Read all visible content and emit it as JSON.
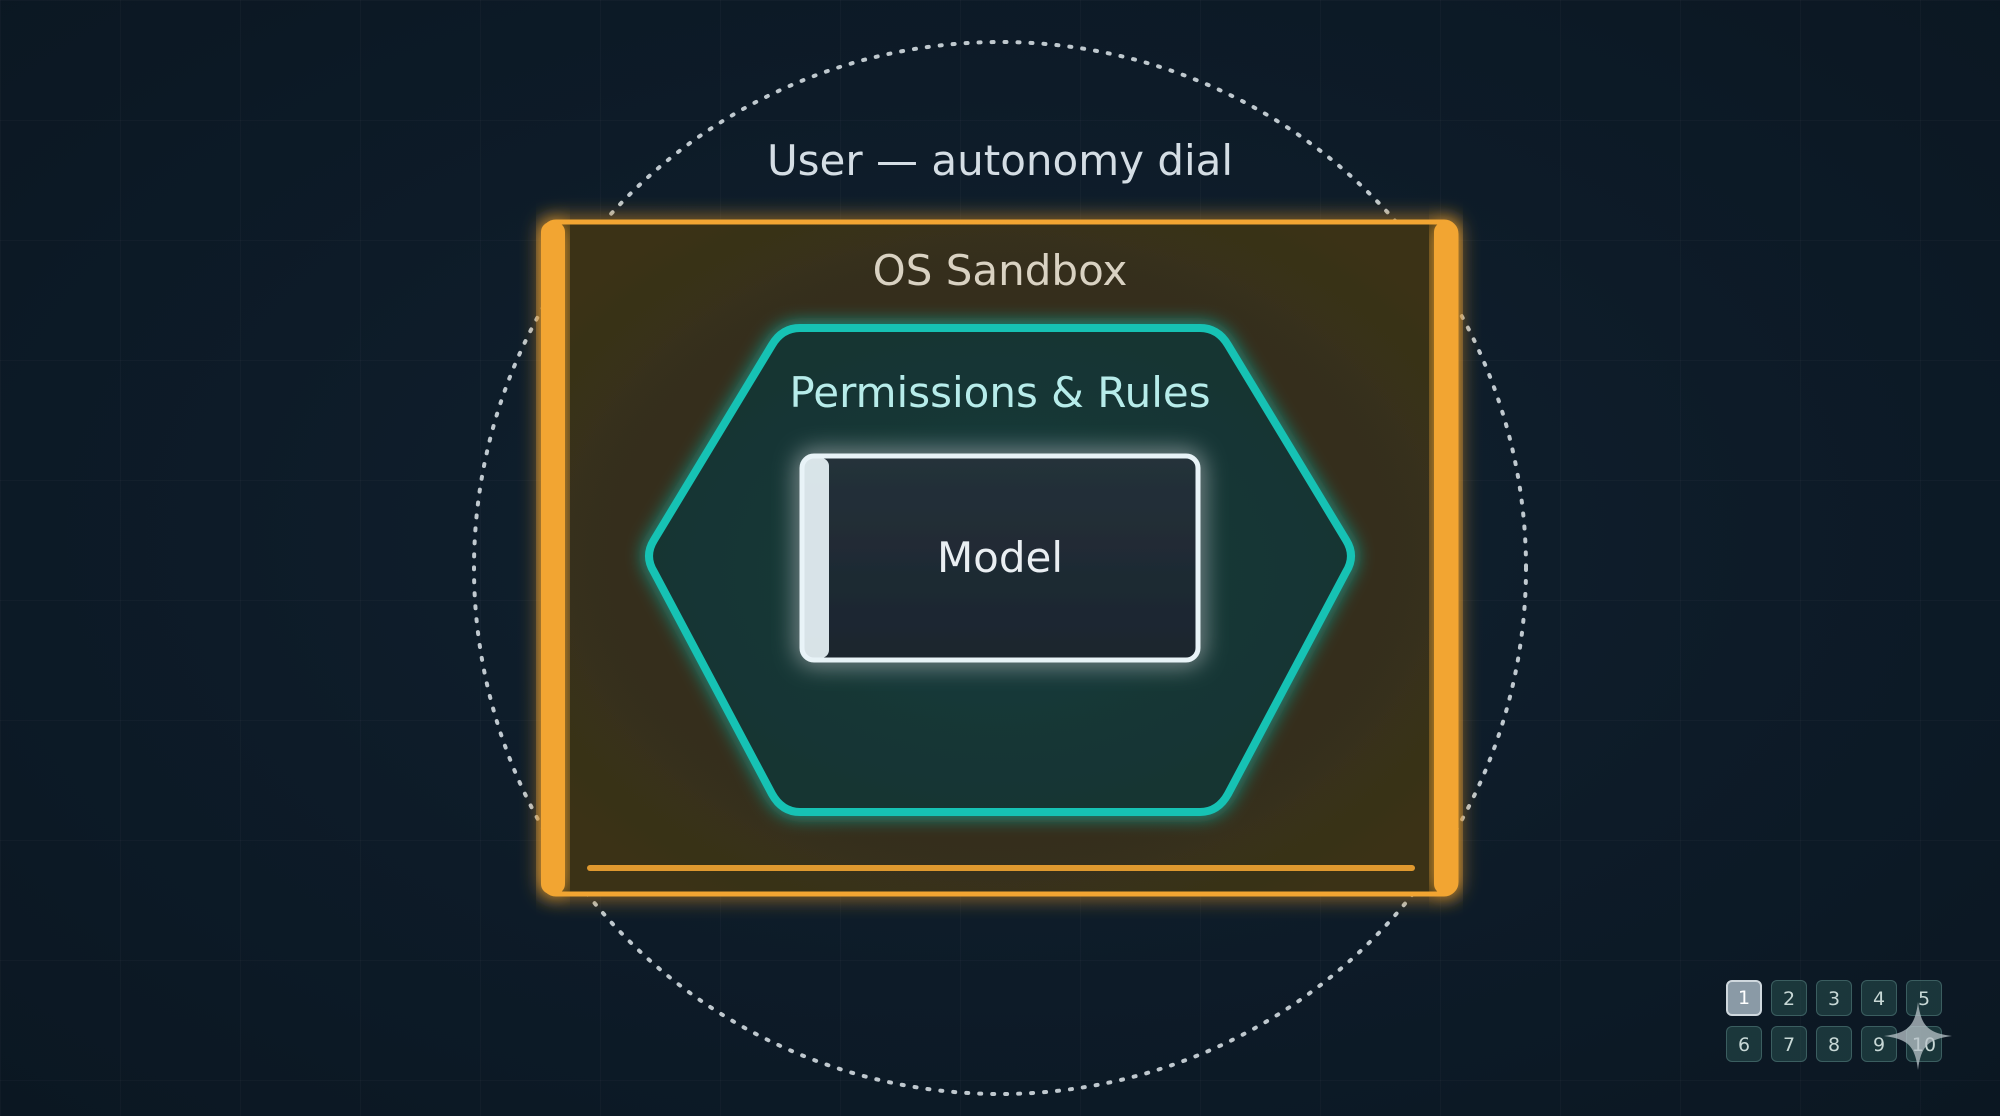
{
  "diagram": {
    "user_label": "User — autonomy dial",
    "sandbox_label": "OS Sandbox",
    "permissions_label": "Permissions & Rules",
    "model_label": "Model",
    "colors": {
      "background": "#0d1b28",
      "dial": "#dfe7ec",
      "sandbox": "#f2a532",
      "permissions": "#19c2b4",
      "model": "#e8f3f7"
    }
  },
  "pager": {
    "pages": [
      "1",
      "2",
      "3",
      "4",
      "5",
      "6",
      "7",
      "8",
      "9",
      "10"
    ],
    "current": "1"
  },
  "icons": {
    "sparkle": "sparkle-icon"
  }
}
